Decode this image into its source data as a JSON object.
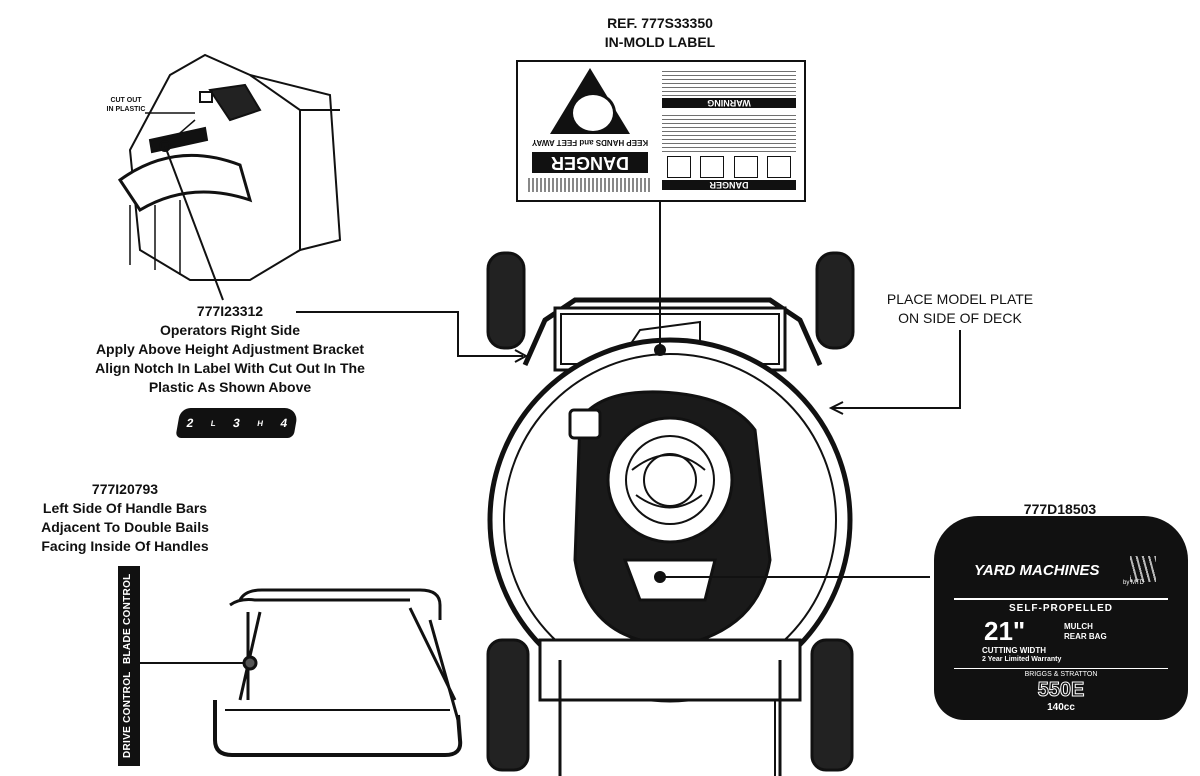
{
  "ref_label": {
    "ref": "REF. 777S33350",
    "title": "IN-MOLD LABEL"
  },
  "warning_label": {
    "danger_left": "DANGER",
    "keep_away": "KEEP HANDS and FEET AWAY",
    "danger_right": "DANGER",
    "warning": "WARNING"
  },
  "height_label": {
    "part": "777I23312",
    "line1": "Operators Right Side",
    "line2": "Apply Above Height Adjustment Bracket",
    "line3": "Align Notch In Label With Cut Out In The",
    "line4": "Plastic As Shown Above",
    "cut_out": "CUT OUT",
    "in_plastic": "IN PLASTIC",
    "marks": [
      "2",
      "L",
      "3",
      "H",
      "4"
    ]
  },
  "model_plate": {
    "line1": "PLACE MODEL PLATE",
    "line2": "ON SIDE OF DECK"
  },
  "handle_label": {
    "part": "777I20793",
    "line1": "Left Side Of Handle Bars",
    "line2": "Adjacent To Double Bails",
    "line3": "Facing Inside Of Handles",
    "drive": "DRIVE CONTROL",
    "blade": "BLADE CONTROL"
  },
  "deck_label": {
    "part": "777D18503",
    "brand": "YARD MACHINES",
    "by": "by MTD",
    "type": "SELF-PROPELLED",
    "width": "21\"",
    "mulch": "MULCH",
    "rear_bag": "REAR BAG",
    "cutting_width": "CUTTING WIDTH",
    "warranty": "2 Year Limited Warranty",
    "engine_brand": "BRIGGS & STRATTON",
    "engine_model": "550E",
    "displacement": "140cc"
  }
}
